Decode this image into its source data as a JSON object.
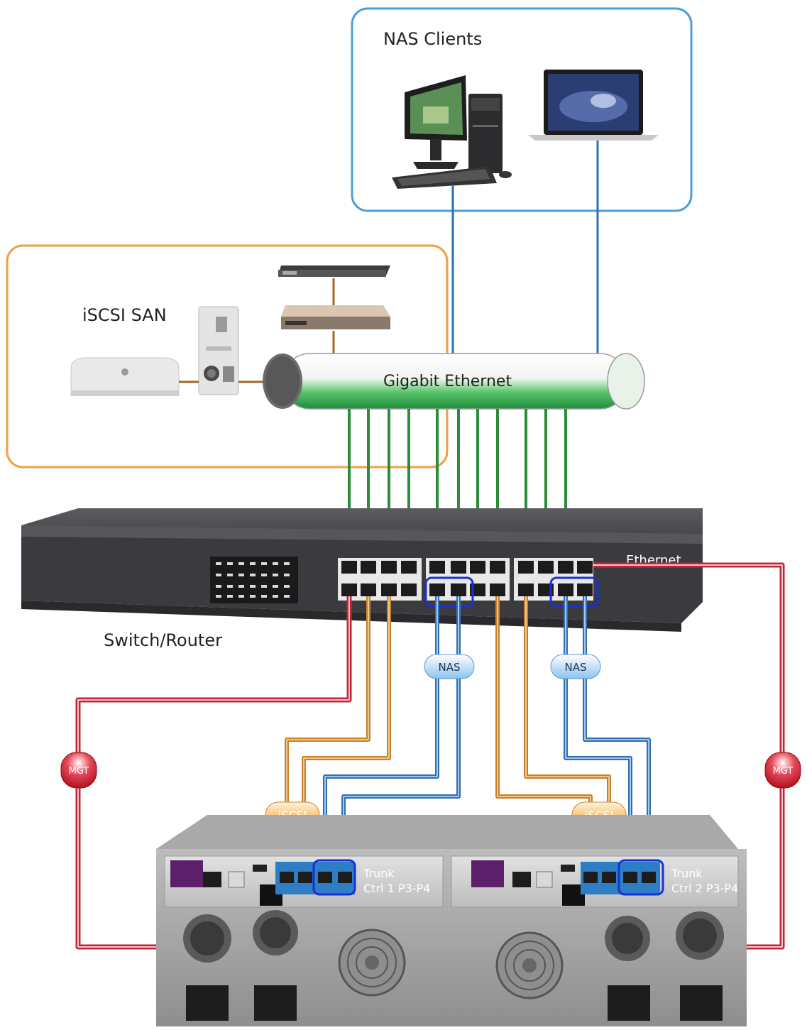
{
  "groups": {
    "nas_clients": {
      "title": "NAS Clients"
    },
    "iscsi_san": {
      "title": "iSCSI SAN"
    }
  },
  "network": {
    "bus_label": "Gigabit Ethernet",
    "switch_label": "Switch/Router",
    "ethernet_label": "Ethernet"
  },
  "badges": {
    "nas_left": "NAS",
    "nas_right": "NAS",
    "iscsi_left": "iSCSI",
    "iscsi_right": "iSCSI",
    "mgt_left": "MGT",
    "mgt_right": "MGT"
  },
  "controllers": {
    "ctrl1": {
      "line1": "Trunk",
      "line2": "Ctrl 1 P3-P4"
    },
    "ctrl2": {
      "line1": "Trunk",
      "line2": "Ctrl 2 P3-P4"
    }
  },
  "colors": {
    "nas_box": "#4a9fdb",
    "san_box": "#f0a040",
    "green_link": "#2e8b3a",
    "orange_link": "#c8812a",
    "blue_link": "#2f6fb5",
    "red_link": "#c0283a",
    "trunk_highlight": "#1b2fd6"
  }
}
